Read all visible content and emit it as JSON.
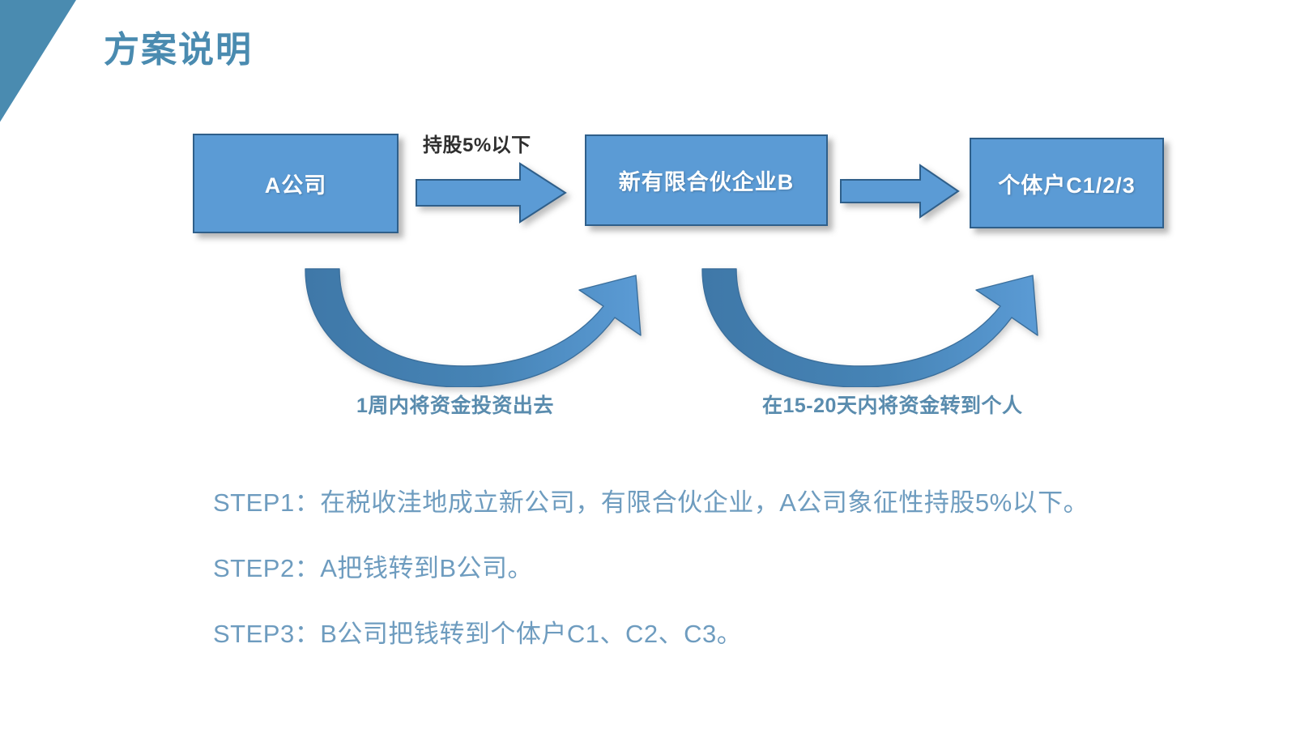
{
  "slide": {
    "title": "方案说明",
    "accent_color": "#4a8bb0",
    "box_fill_color": "#5b9bd5",
    "box_border_color": "#2f5f8a",
    "step_text_color": "#6e9cbf"
  },
  "diagram": {
    "boxes": [
      {
        "id": "a",
        "label": "A公司"
      },
      {
        "id": "b",
        "label": "新有限合伙企业B"
      },
      {
        "id": "c",
        "label": "个体户C1/2/3"
      }
    ],
    "straight_arrows": [
      {
        "id": "arrow-1",
        "caption": "持股5%以下"
      },
      {
        "id": "arrow-2",
        "caption": ""
      }
    ],
    "curved_arrows": [
      {
        "id": "curve-1",
        "caption": "1周内将资金投资出去"
      },
      {
        "id": "curve-2",
        "caption": "在15-20天内将资金转到个人"
      }
    ]
  },
  "steps": [
    "STEP1：在税收洼地成立新公司，有限合伙企业，A公司象征性持股5%以下。",
    "STEP2：A把钱转到B公司。",
    "STEP3：B公司把钱转到个体户C1、C2、C3。"
  ]
}
